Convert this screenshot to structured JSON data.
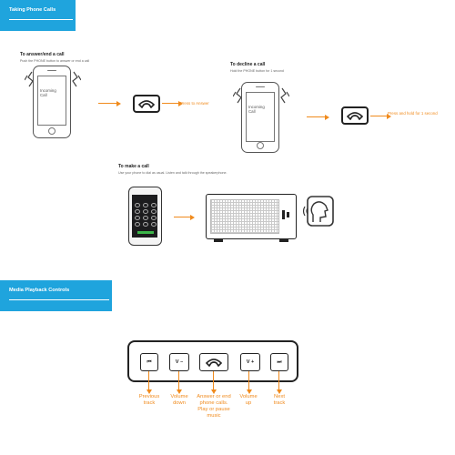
{
  "sections": {
    "calls": {
      "title": "Taking Phone Calls"
    },
    "media": {
      "title": "Media Playback Controls"
    }
  },
  "answer": {
    "heading": "To answer/end a call",
    "subtext": "Push the PHONE button to answer or end a call",
    "screen_text": "Incoming\nCall",
    "note": "Press to Answer"
  },
  "decline": {
    "heading": "To decline a call",
    "subtext": "Hold the PHONE button for 1 second",
    "screen_text": "Incoming\nCall",
    "note": "Press and hold for 1 second"
  },
  "make": {
    "heading": "To make a call",
    "subtext": "Use your phone to dial as usual. Listen and talk through the speakerphone."
  },
  "controls": [
    {
      "key": "prev",
      "symbol": "⏮",
      "label": "Previous\ntrack"
    },
    {
      "key": "vol-down",
      "symbol": "V –",
      "label": "Volume\ndown"
    },
    {
      "key": "phone",
      "symbol": "",
      "label": "Answer or end\nphone calls.\nPlay or pause\nmusic"
    },
    {
      "key": "vol-up",
      "symbol": "V +",
      "label": "Volume\nup"
    },
    {
      "key": "next",
      "symbol": "⏭",
      "label": "Next\ntrack"
    }
  ],
  "colors": {
    "banner": "#1fa4dd",
    "accent": "#f08a1c",
    "outline": "#222222"
  },
  "icons": [
    "phone-handset-icon",
    "vibration-icon",
    "speaker-icon",
    "talking-head-icon",
    "smartphone-icon"
  ]
}
